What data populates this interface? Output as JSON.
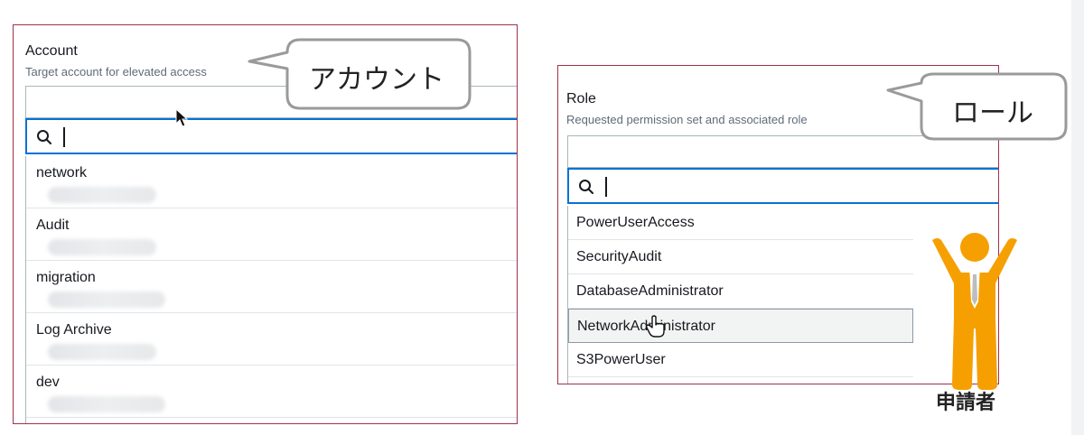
{
  "account": {
    "label": "Account",
    "description": "Target account for elevated access",
    "options": [
      {
        "label": "network"
      },
      {
        "label": "Audit"
      },
      {
        "label": "migration"
      },
      {
        "label": "Log Archive"
      },
      {
        "label": "dev"
      }
    ],
    "callout": "アカウント"
  },
  "role": {
    "label": "Role",
    "description": "Requested permission set and associated role",
    "options": [
      {
        "label": "PowerUserAccess"
      },
      {
        "label": "SecurityAudit"
      },
      {
        "label": "DatabaseAdministrator"
      },
      {
        "label": "NetworkAdministrator"
      },
      {
        "label": "S3PowerUser"
      }
    ],
    "callout": "ロール"
  },
  "requester": {
    "label": "申請者"
  },
  "colors": {
    "border": "#a1324a",
    "focus": "#0972d3",
    "person": "#f5a000"
  }
}
